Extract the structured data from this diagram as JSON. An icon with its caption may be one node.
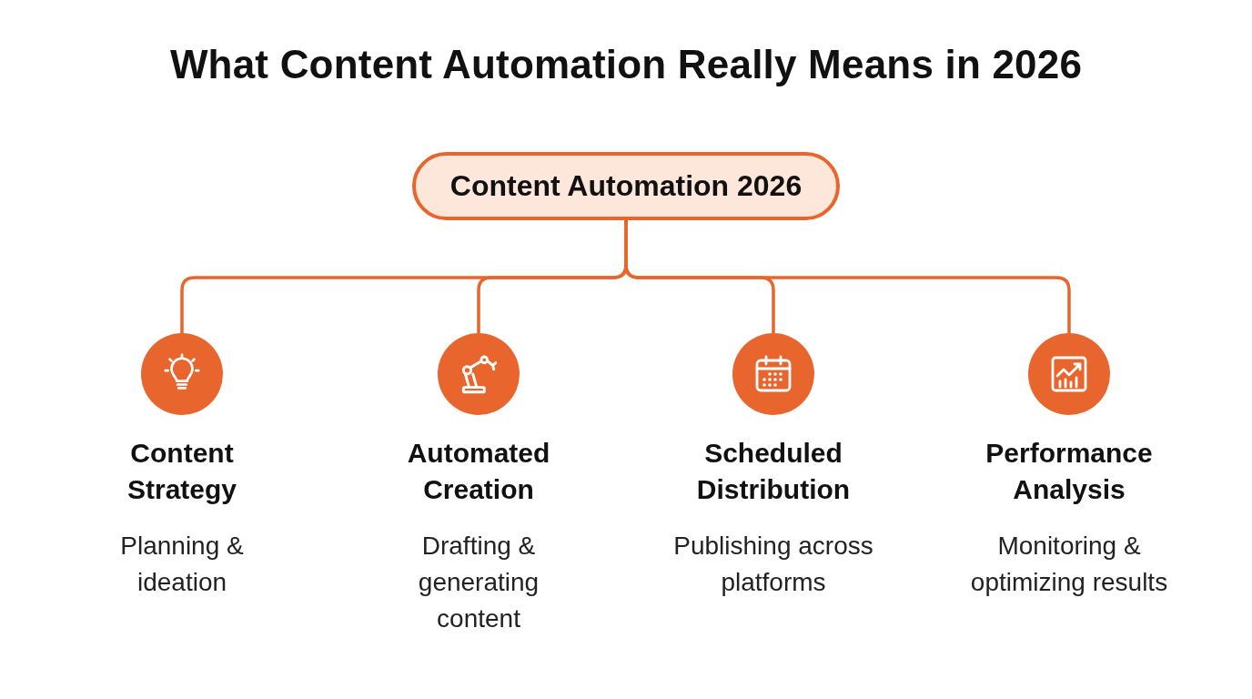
{
  "diagram": {
    "title": "What Content Automation Really Means in 2026",
    "nodes": [
      {
        "text": [
          "Content Automation 2026"
        ]
      },
      {
        "text": [
          "Content Strategy",
          "Planning & ideation"
        ]
      },
      {
        "text": [
          "Automated Creation",
          "Drafting & generating content"
        ]
      },
      {
        "text": [
          "Scheduled Distribution",
          "Publishing across platforms"
        ]
      },
      {
        "text": [
          "Performance Analysis",
          "Monitoring & optimizing results"
        ]
      }
    ],
    "edges": [
      {
        "from": 0,
        "to": 1,
        "arrow": "none"
      },
      {
        "from": 0,
        "to": 2,
        "arrow": "none"
      },
      {
        "from": 0,
        "to": 3,
        "arrow": "none"
      },
      {
        "from": 0,
        "to": 4,
        "arrow": "none"
      }
    ]
  }
}
